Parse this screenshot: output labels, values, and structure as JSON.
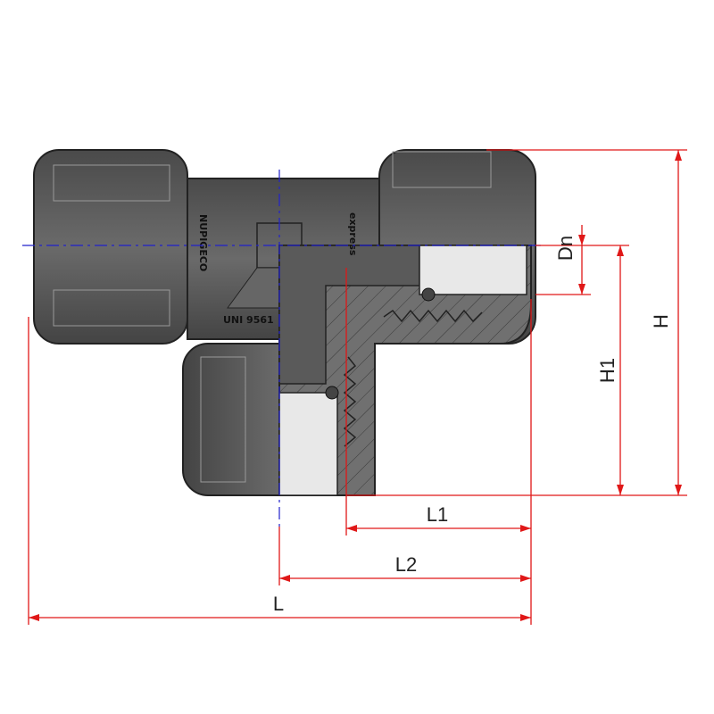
{
  "colors": {
    "dimension": "#e01818",
    "centerline": "#2222cc",
    "body": "#5a5a5a",
    "section": "#6e6e6e"
  },
  "dimensions": {
    "dn": "Dn",
    "h": "H",
    "h1": "H1",
    "l1": "L1",
    "l2": "L2",
    "l": "L"
  },
  "markings": {
    "brand": "NUPIGECO",
    "standard": "UNI 9561",
    "product": "express"
  }
}
